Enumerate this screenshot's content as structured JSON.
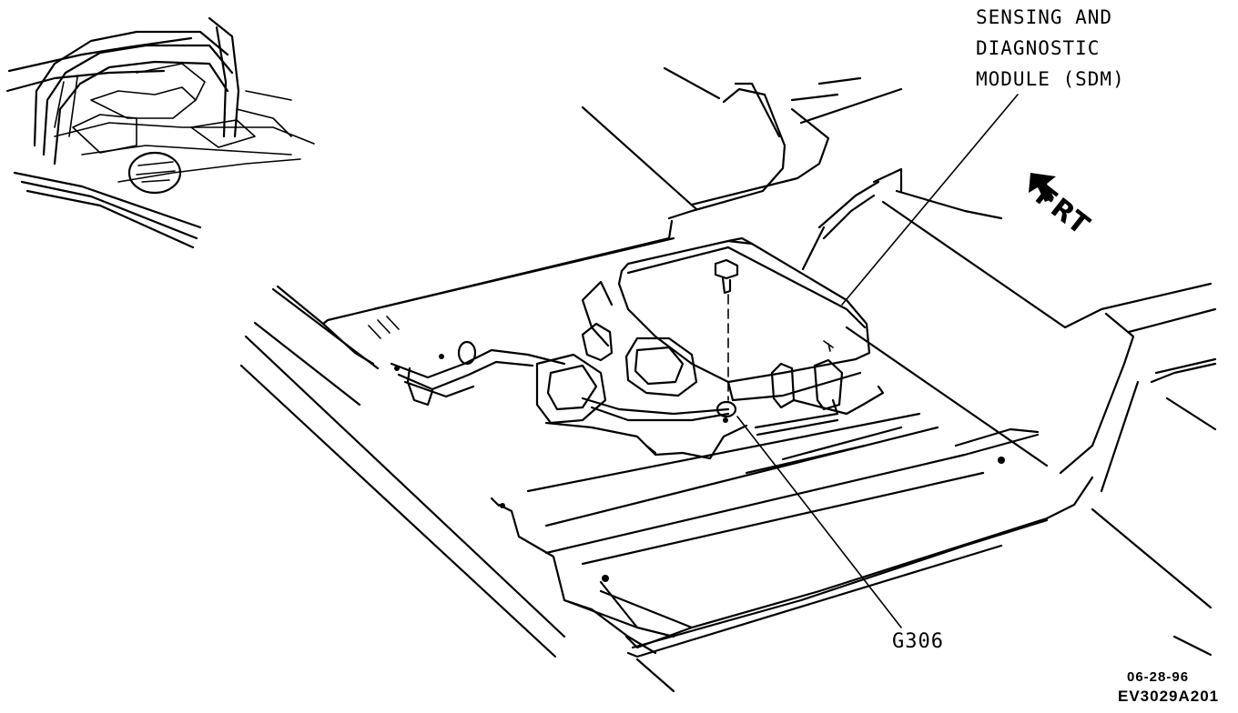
{
  "callouts": {
    "sdm": "SENSING AND\nDIAGNOSTIC\nMODULE (SDM)",
    "ground": "G306",
    "front": "FRT"
  },
  "footer": {
    "date": "06-28-96",
    "code": "EV3029A201"
  }
}
